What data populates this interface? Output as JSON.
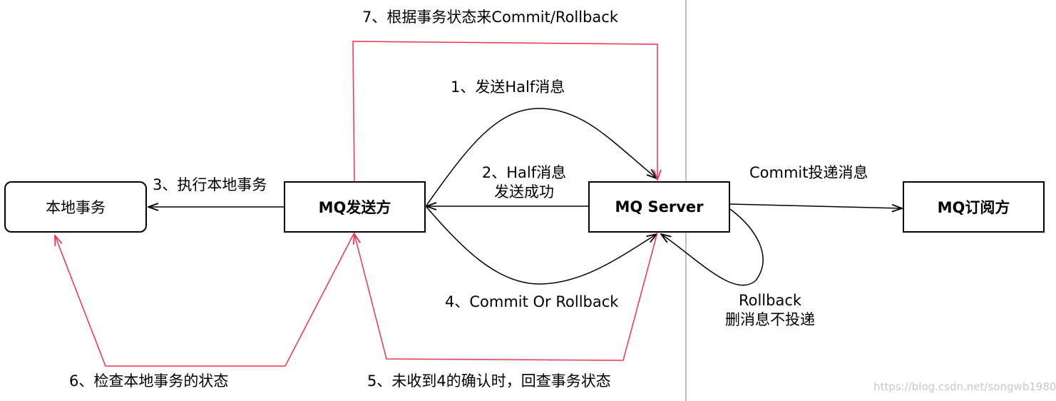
{
  "nodes": {
    "local_tx": "本地事务",
    "mq_sender": "MQ发送方",
    "mq_server": "MQ Server",
    "mq_subscriber": "MQ订阅方"
  },
  "labels": {
    "step1": "1、发送Half消息",
    "step2_line1": "2、Half消息",
    "step2_line2": "发送成功",
    "step3": "3、执行本地事务",
    "step4": "4、Commit Or Rollback",
    "step5": "5、未收到4的确认时，回查事务状态",
    "step6": "6、检查本地事务的状态",
    "step7": "7、根据事务状态来Commit/Rollback",
    "commit_deliver": "Commit投递消息",
    "rollback_line1": "Rollback",
    "rollback_line2": "删消息不投递"
  },
  "watermark": "https://blog.csdn.net/songwb1980",
  "colors": {
    "red_arrow": "#f0324e",
    "black_arrow": "#000000",
    "divider": "#aaaaaa"
  }
}
